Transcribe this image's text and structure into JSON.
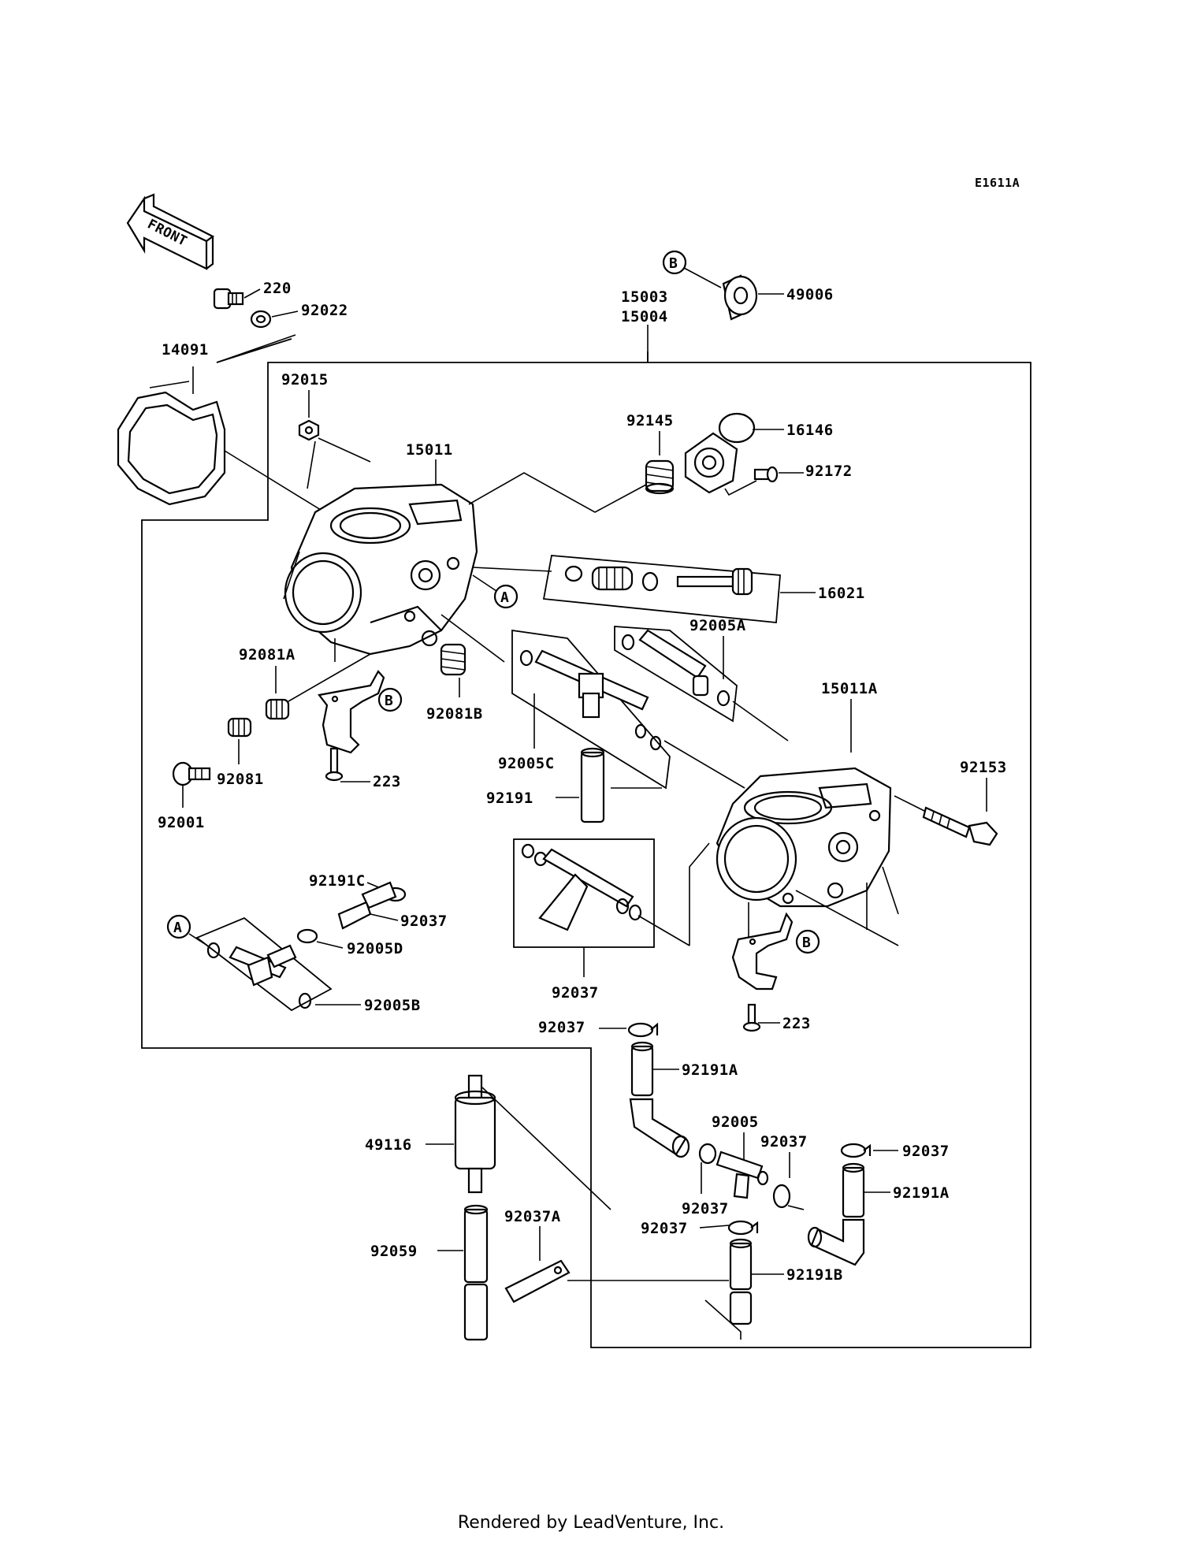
{
  "diagram": {
    "code": "E1611A",
    "front": "FRONT",
    "parts": [
      {
        "id": "220",
        "label": "220"
      },
      {
        "id": "92022",
        "label": "92022"
      },
      {
        "id": "14091",
        "label": "14091"
      },
      {
        "id": "15003",
        "label": "15003"
      },
      {
        "id": "15004",
        "label": "15004"
      },
      {
        "id": "49006",
        "label": "49006"
      },
      {
        "id": "92015",
        "label": "92015"
      },
      {
        "id": "15011",
        "label": "15011"
      },
      {
        "id": "92145",
        "label": "92145"
      },
      {
        "id": "16146",
        "label": "16146"
      },
      {
        "id": "92172",
        "label": "92172"
      },
      {
        "id": "16021",
        "label": "16021"
      },
      {
        "id": "92005A",
        "label": "92005A"
      },
      {
        "id": "92081A",
        "label": "92081A"
      },
      {
        "id": "92081B",
        "label": "92081B"
      },
      {
        "id": "15011A",
        "label": "15011A"
      },
      {
        "id": "92081",
        "label": "92081"
      },
      {
        "id": "223a",
        "label": "223"
      },
      {
        "id": "92005C",
        "label": "92005C"
      },
      {
        "id": "92153",
        "label": "92153"
      },
      {
        "id": "92191",
        "label": "92191"
      },
      {
        "id": "92001",
        "label": "92001"
      },
      {
        "id": "92037a",
        "label": "92037"
      },
      {
        "id": "92191C",
        "label": "92191C"
      },
      {
        "id": "92037b",
        "label": "92037"
      },
      {
        "id": "92005D",
        "label": "92005D"
      },
      {
        "id": "92005B",
        "label": "92005B"
      },
      {
        "id": "223b",
        "label": "223"
      },
      {
        "id": "92037c",
        "label": "92037"
      },
      {
        "id": "92191A",
        "label": "92191A"
      },
      {
        "id": "92005",
        "label": "92005"
      },
      {
        "id": "49116",
        "label": "49116"
      },
      {
        "id": "92037d",
        "label": "92037"
      },
      {
        "id": "92037e",
        "label": "92037"
      },
      {
        "id": "92037f",
        "label": "92037"
      },
      {
        "id": "92191A2",
        "label": "92191A"
      },
      {
        "id": "92037g",
        "label": "92037"
      },
      {
        "id": "92037A",
        "label": "92037A"
      },
      {
        "id": "92059",
        "label": "92059"
      },
      {
        "id": "92191B",
        "label": "92191B"
      }
    ],
    "refs": [
      "A",
      "B"
    ]
  },
  "footer": "Rendered by LeadVenture, Inc."
}
